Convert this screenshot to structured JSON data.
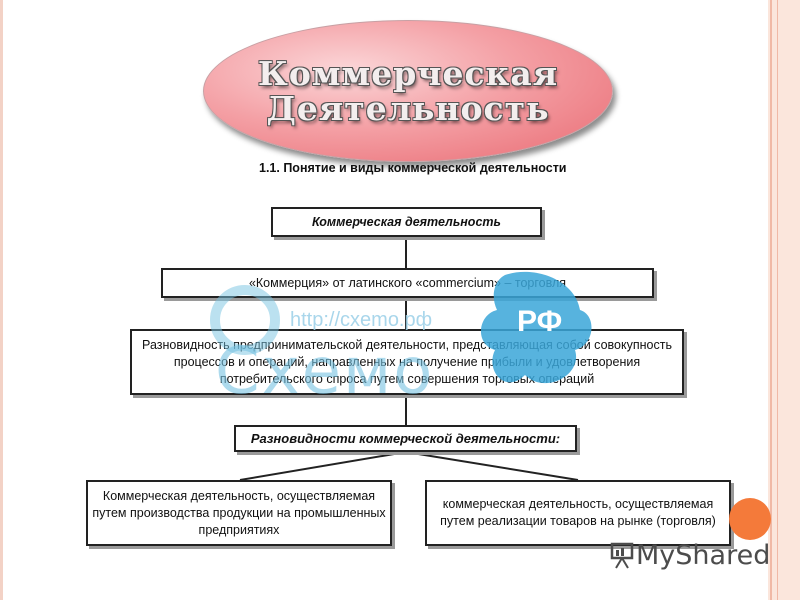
{
  "slide_title": {
    "line1": "Коммерческая",
    "line2": "Деятельность"
  },
  "diagram": {
    "heading": "1.1. Понятие и виды коммерческой деятельности",
    "box_definition_title": "Коммерческая деятельность",
    "box_etymology": "«Коммерция» от латинского «commercium» – торговля",
    "box_description": "Разновидность предпринимательской деятельности, представляющая собой совокупность процессов и операций, направленных на получение прибыли и удовлетворения потребительского спроса путем совершения торговых операций",
    "box_types_title": "Разновидности коммерческой деятельности:",
    "box_type_industrial": "Коммерческая деятельность, осуществляемая путем производства продукции на промышленных предприятиях",
    "box_type_trade": "коммерческая деятельность, осуществляемая путем реализации товаров на рынке (торговля)"
  },
  "watermark": {
    "url": "http://cxemo.pф",
    "word": "Схемо",
    "badge": "РФ"
  },
  "logo": {
    "text": "MyShared",
    "icon": "presentation-board-icon"
  },
  "colors": {
    "oval_fill": "#f4a0a5",
    "frame": "#f0b9a6",
    "accent_orange": "#f47a3a",
    "watermark_blue": "#77c3e2"
  }
}
